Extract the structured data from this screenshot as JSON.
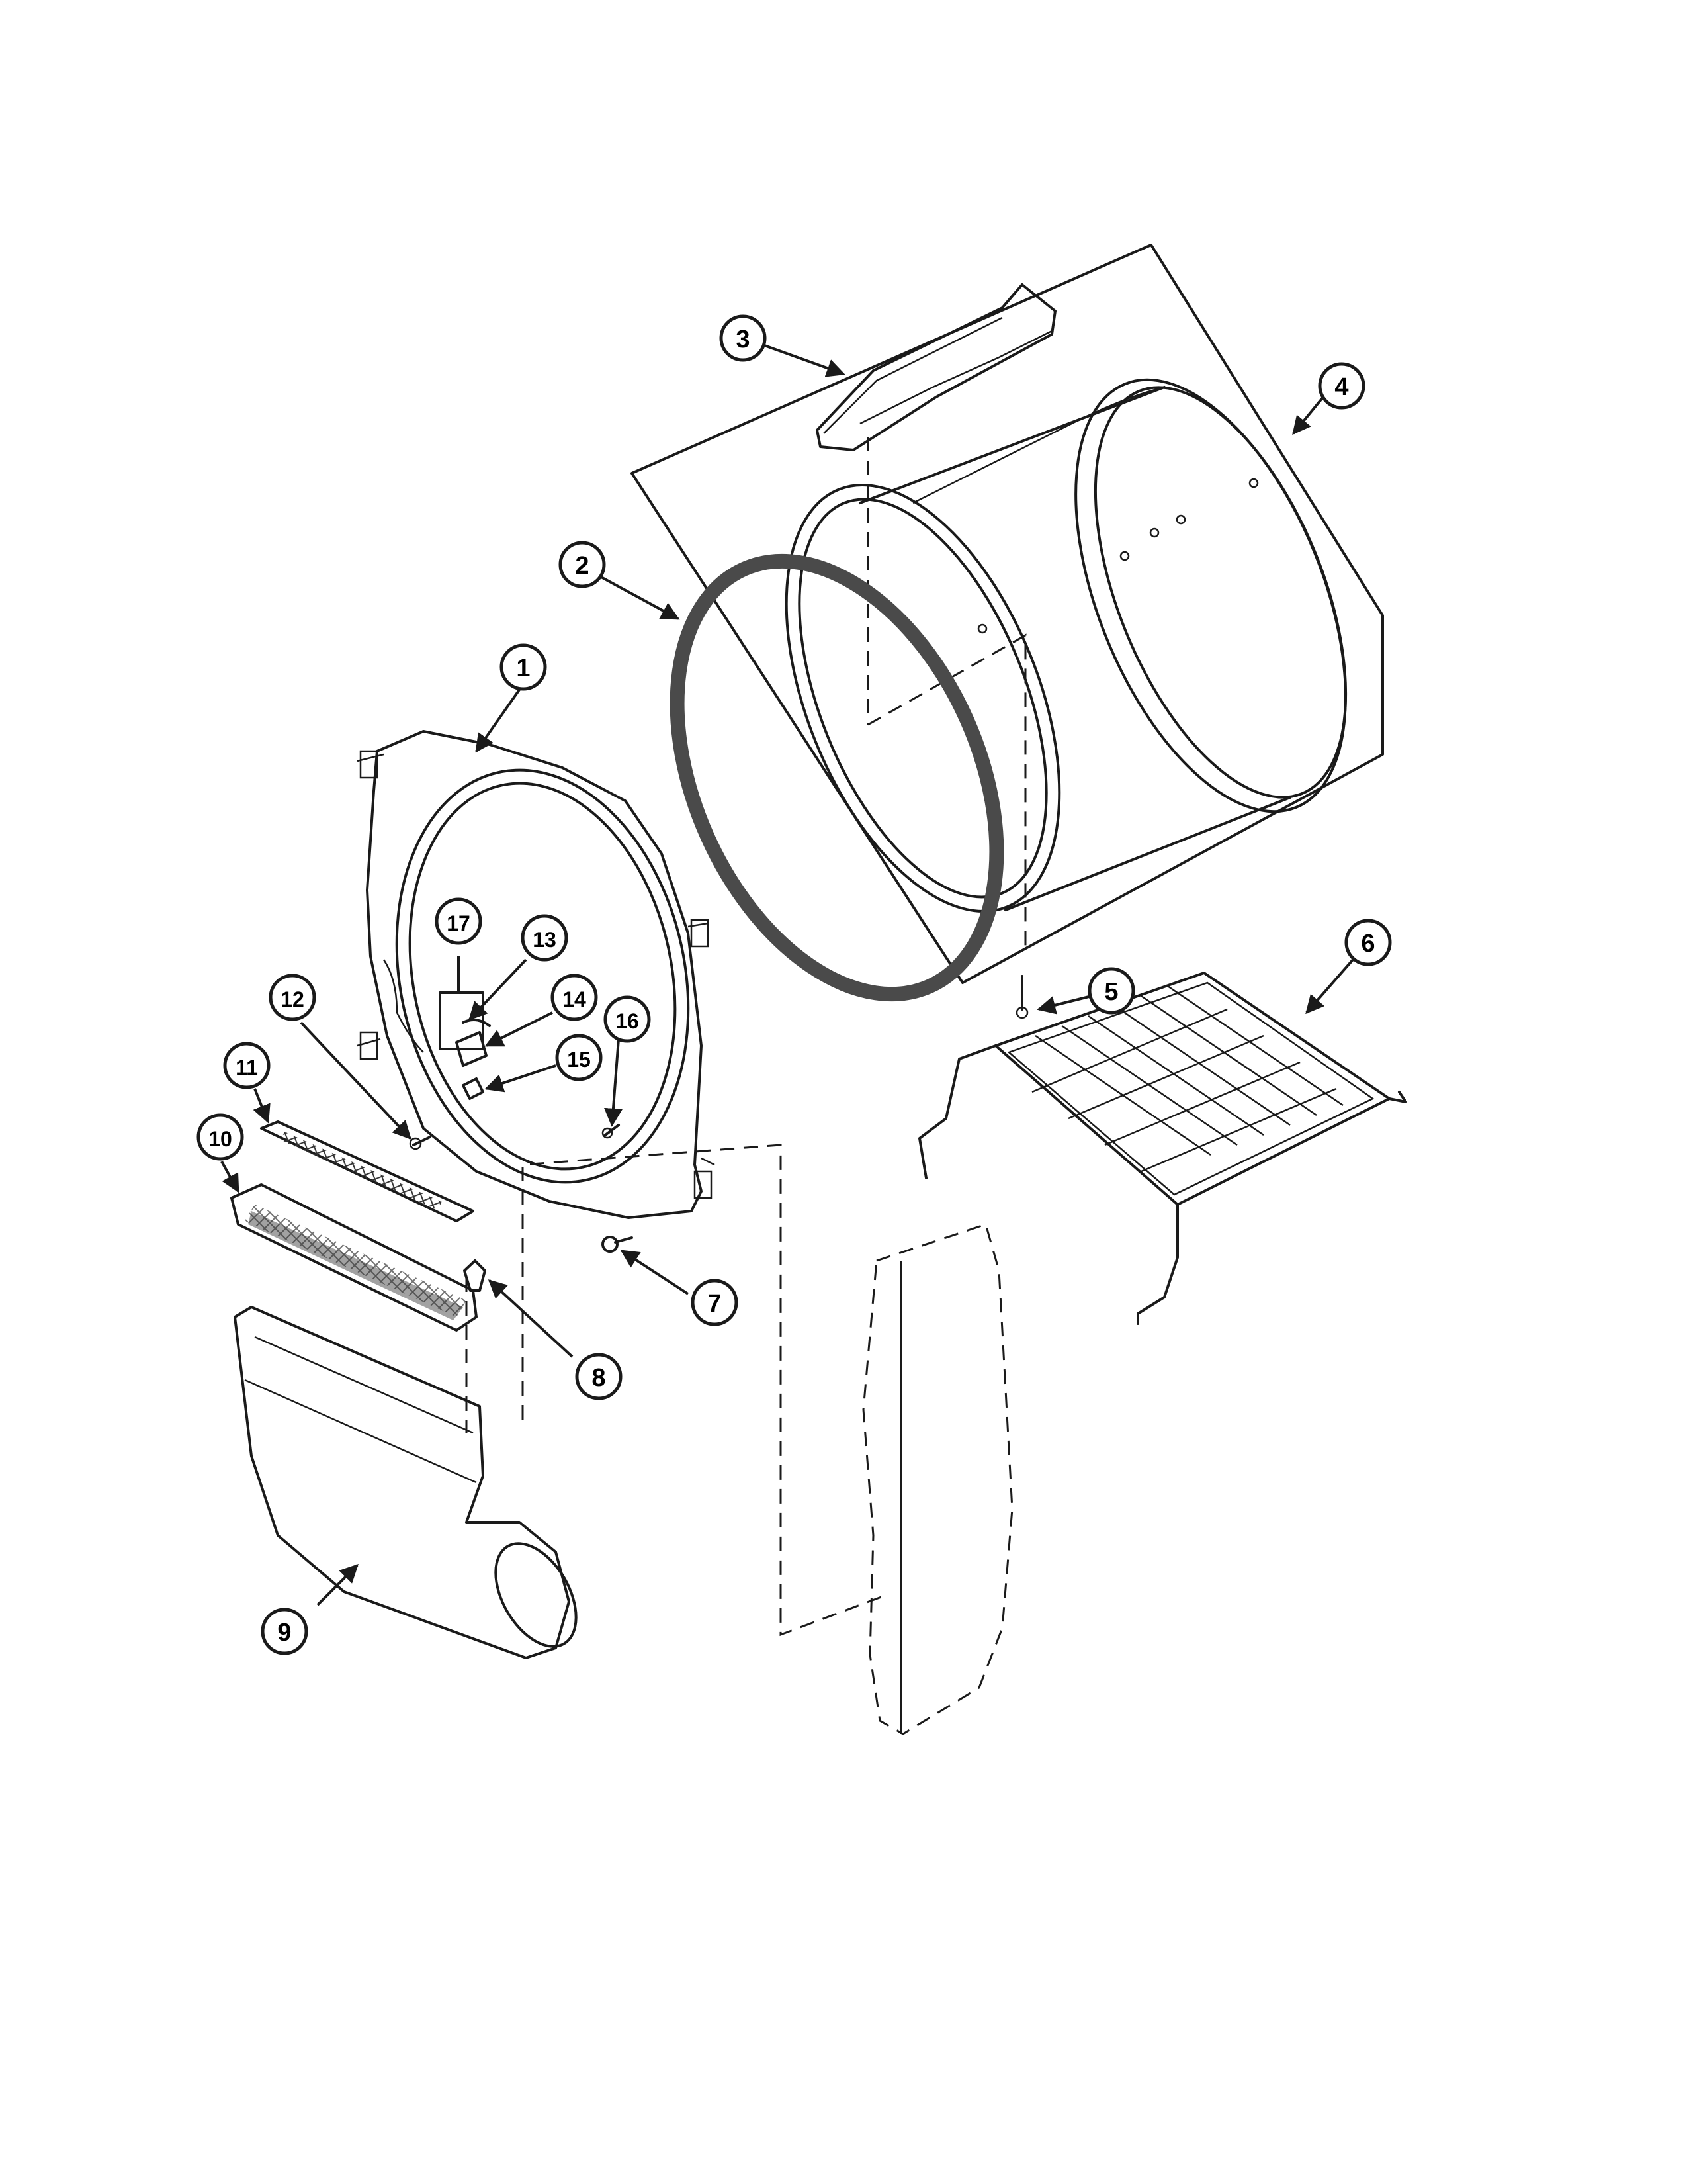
{
  "callouts": [
    {
      "id": "1",
      "label": "1"
    },
    {
      "id": "2",
      "label": "2"
    },
    {
      "id": "3",
      "label": "3"
    },
    {
      "id": "4",
      "label": "4"
    },
    {
      "id": "5",
      "label": "5"
    },
    {
      "id": "6",
      "label": "6"
    },
    {
      "id": "7",
      "label": "7"
    },
    {
      "id": "8",
      "label": "8"
    },
    {
      "id": "9",
      "label": "9"
    },
    {
      "id": "10",
      "label": "10"
    },
    {
      "id": "11",
      "label": "11"
    },
    {
      "id": "12",
      "label": "12"
    },
    {
      "id": "13",
      "label": "13"
    },
    {
      "id": "14",
      "label": "14"
    },
    {
      "id": "15",
      "label": "15"
    },
    {
      "id": "16",
      "label": "16"
    },
    {
      "id": "17",
      "label": "17"
    }
  ],
  "colors": {
    "ink": "#1a1a1a",
    "background": "#ffffff"
  }
}
